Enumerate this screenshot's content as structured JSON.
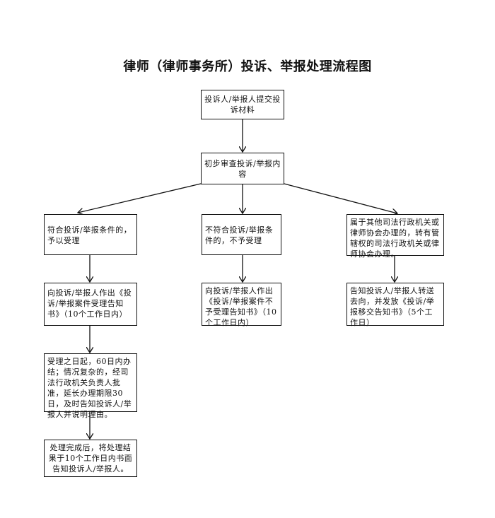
{
  "title": "律师（律师事务所）投诉、举报处理流程图",
  "nodes": {
    "submit": "投诉人/举报人提交投诉材料",
    "review": "初步审查投诉/举报内容",
    "accept": "符合投诉/举报条件的，予以受理",
    "accept_notice": "向投诉/举报人作出《投诉/举报案件受理告知书》（10个工作日内）",
    "accept_process": "受理之日起，60日内办结；情况复杂的，经司法行政机关负责人批准，延长办理期限30日，及时告知投诉人/举报人并说明理由。",
    "accept_result": "处理完成后，将处理结果于10个工作日内书面告知投诉人/举报人。",
    "reject": "不符合投诉/举报条件的，不予受理",
    "reject_notice": "向投诉/举报人作出《投诉/举报案件不予受理告知书》（10个工作日内）",
    "transfer": "属于其他司法行政机关或律师协会办理的，转有管辖权的司法行政机关或律师协会办理。",
    "transfer_notice": "告知投诉人/举报人转送去向，并发放《投诉/举报移交告知书》（5个工作日）"
  }
}
